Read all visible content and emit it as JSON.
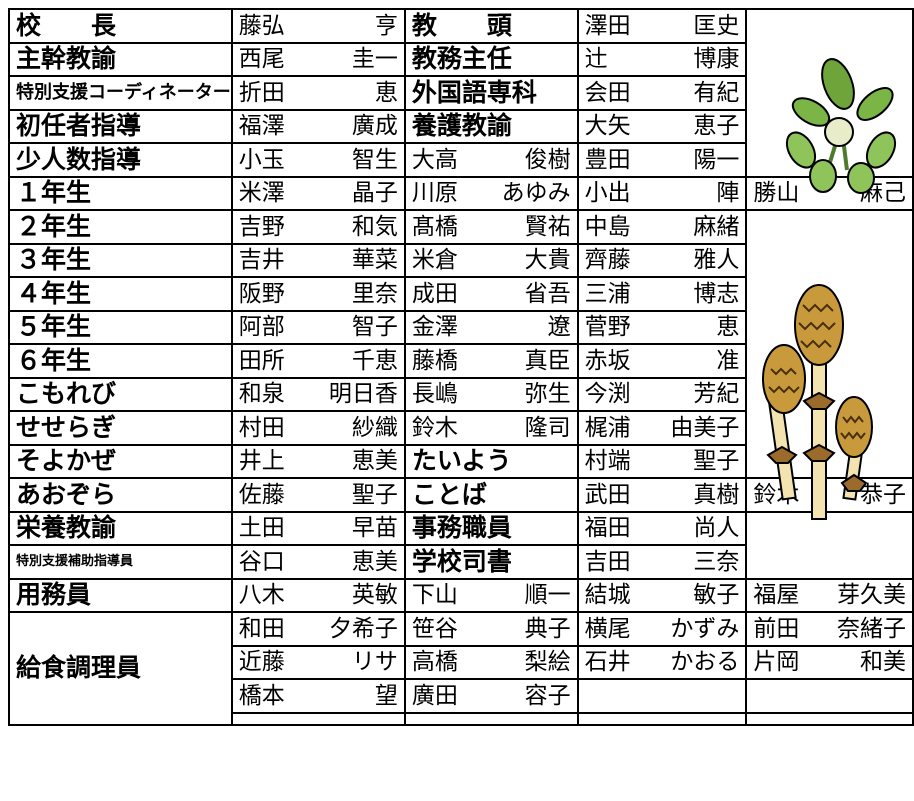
{
  "rows": [
    {
      "role": "校　　長",
      "a": [
        "藤弘",
        "亨"
      ],
      "role2": "教　　頭",
      "b": [
        "澤田",
        "匡史"
      ],
      "c": null
    },
    {
      "role": "主幹教諭",
      "a": [
        "西尾",
        "圭一"
      ],
      "role2": "教務主任",
      "b": [
        "辻",
        "博康"
      ],
      "c": null
    },
    {
      "role": "特別支援コーディネーター",
      "a": [
        "折田",
        "恵"
      ],
      "role2": "外国語専科",
      "b": [
        "会田",
        "有紀"
      ],
      "c": null
    },
    {
      "role": "初任者指導",
      "a": [
        "福澤",
        "廣成"
      ],
      "role2": "養護教諭",
      "b": [
        "大矢",
        "恵子"
      ],
      "c": null
    },
    {
      "role": "少人数指導",
      "a": [
        "小玉",
        "智生"
      ],
      "role2": null,
      "a2": [
        "大高",
        "俊樹"
      ],
      "b": [
        "豊田",
        "陽一"
      ],
      "c": null
    },
    {
      "role": "１年生",
      "a": [
        "米澤",
        "晶子"
      ],
      "role2": null,
      "a2": [
        "川原",
        "あゆみ"
      ],
      "b": [
        "小出",
        "陣"
      ],
      "c": [
        "勝山",
        "麻己"
      ]
    },
    {
      "role": "２年生",
      "a": [
        "吉野",
        "和気"
      ],
      "role2": null,
      "a2": [
        "髙橋",
        "賢祐"
      ],
      "b": [
        "中島",
        "麻緒"
      ],
      "c": null
    },
    {
      "role": "３年生",
      "a": [
        "吉井",
        "華菜"
      ],
      "role2": null,
      "a2": [
        "米倉",
        "大貴"
      ],
      "b": [
        "齊藤",
        "雅人"
      ],
      "c": null
    },
    {
      "role": "４年生",
      "a": [
        "阪野",
        "里奈"
      ],
      "role2": null,
      "a2": [
        "成田",
        "省吾"
      ],
      "b": [
        "三浦",
        "博志"
      ],
      "c": null
    },
    {
      "role": "５年生",
      "a": [
        "阿部",
        "智子"
      ],
      "role2": null,
      "a2": [
        "金澤",
        "遼"
      ],
      "b": [
        "菅野",
        "恵"
      ],
      "c": null
    },
    {
      "role": "６年生",
      "a": [
        "田所",
        "千恵"
      ],
      "role2": null,
      "a2": [
        "藤橋",
        "真臣"
      ],
      "b": [
        "赤坂",
        "准"
      ],
      "c": null
    },
    {
      "role": "こもれび",
      "a": [
        "和泉",
        "明日香"
      ],
      "role2": null,
      "a2": [
        "長嶋",
        "弥生"
      ],
      "b": [
        "今渕",
        "芳紀"
      ],
      "c": null
    },
    {
      "role": "せせらぎ",
      "a": [
        "村田",
        "紗織"
      ],
      "role2": null,
      "a2": [
        "鈴木",
        "隆司"
      ],
      "b": [
        "梶浦",
        "由美子"
      ],
      "c": null
    },
    {
      "role": "そよかぜ",
      "a": [
        "井上",
        "恵美"
      ],
      "role2": "たいよう",
      "b": [
        "村端",
        "聖子"
      ],
      "c": null
    },
    {
      "role": "あおぞら",
      "a": [
        "佐藤",
        "聖子"
      ],
      "role2": "ことば",
      "b": [
        "武田",
        "真樹"
      ],
      "c": [
        "鈴木",
        "恭子"
      ]
    },
    {
      "role": "栄養教諭",
      "a": [
        "土田",
        "早苗"
      ],
      "role2": "事務職員",
      "b": [
        "福田",
        "尚人"
      ],
      "c": null
    },
    {
      "role": "特別支援補助指導員",
      "a": [
        "谷口",
        "恵美"
      ],
      "role2": "学校司書",
      "b": [
        "吉田",
        "三奈"
      ],
      "c": null
    },
    {
      "role": "用務員",
      "a": [
        "八木",
        "英敏"
      ],
      "role2": null,
      "a2": [
        "下山",
        "順一"
      ],
      "b": [
        "結城",
        "敏子"
      ],
      "c": [
        "福屋",
        "芽久美"
      ]
    }
  ],
  "kitchen": {
    "role": "給食調理員",
    "rows": [
      [
        [
          "和田",
          "夕希子"
        ],
        [
          "笹谷",
          "典子"
        ],
        [
          "横尾",
          "かずみ"
        ],
        [
          "前田",
          "奈緒子"
        ]
      ],
      [
        [
          "近藤",
          "リサ"
        ],
        [
          "高橋",
          "梨絵"
        ],
        [
          "石井",
          "かおる"
        ],
        [
          "片岡",
          "和美"
        ]
      ],
      [
        [
          "橋本",
          "望"
        ],
        [
          "廣田",
          "容子"
        ],
        null,
        null
      ]
    ]
  },
  "icons": {
    "plant": "butterbur-sprout-icon",
    "horsetails": "horsetail-shoots-icon"
  }
}
